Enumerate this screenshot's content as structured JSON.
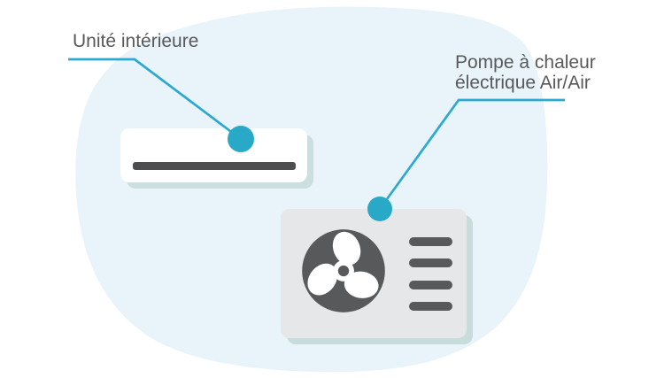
{
  "diagram": {
    "title_hint": "Air/Air electric heat pump illustration",
    "labels": {
      "indoor_unit": "Unité intérieure",
      "outdoor_unit_line1": "Pompe à chaleur",
      "outdoor_unit_line2": "électrique Air/Air"
    },
    "colors": {
      "canvas": "#FFFFFF",
      "background_blob": "#E9F3FA",
      "accent_line": "#2BA9D2",
      "accent_dot": "#29A9C8",
      "label_text": "#58595B",
      "indoor_unit_body": "#FFFFFF",
      "indoor_vent_bar": "#4D4D4F",
      "outdoor_unit_body": "#E6E7E8",
      "outdoor_dark_gray": "#58595B",
      "unit_shadow": "#C6DDDC"
    },
    "icons": {
      "fan_icon": "three-blade-propeller-in-dark-circle",
      "connector_dot_icon": "filled-teal-circle",
      "grille_bars_icon": "four-rounded-horizontal-bars",
      "vent_bar_icon": "dark-horizontal-slot"
    }
  }
}
